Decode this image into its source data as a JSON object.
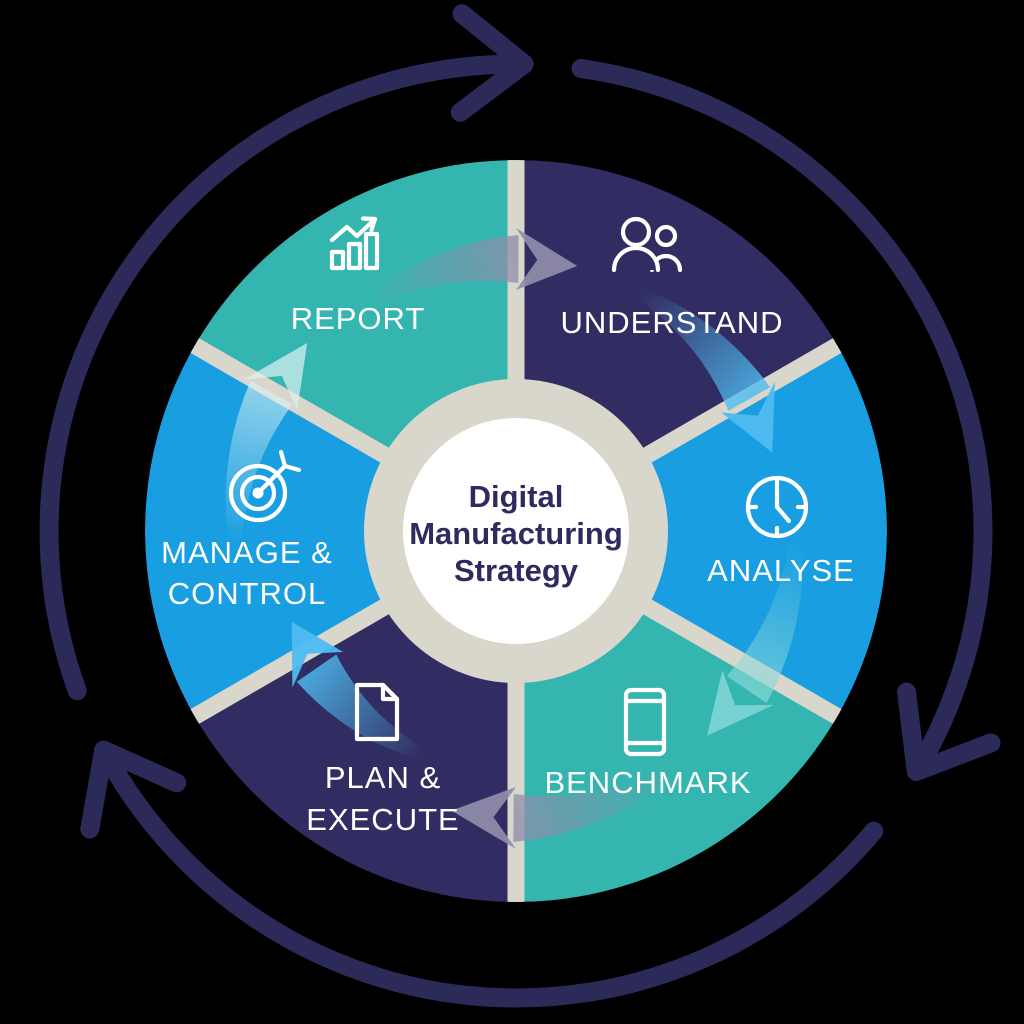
{
  "diagram": {
    "background": "#000000",
    "center": {
      "lines": [
        "Digital",
        "Manufacturing",
        "Strategy"
      ],
      "text_color": "#2e2b5e",
      "bg": "#ffffff",
      "ring_color": "#d9d6cc"
    },
    "segments": [
      {
        "id": "report",
        "lines": [
          "REPORT"
        ],
        "icon": "bar-chart-trend-icon",
        "color": "#35b5af"
      },
      {
        "id": "understand",
        "lines": [
          "UNDERSTAND"
        ],
        "icon": "people-icon",
        "color": "#312d62"
      },
      {
        "id": "analyse",
        "lines": [
          "ANALYSE"
        ],
        "icon": "clock-icon",
        "color": "#189ee1"
      },
      {
        "id": "benchmark",
        "lines": [
          "BENCHMARK"
        ],
        "icon": "smartphone-icon",
        "color": "#35b5af"
      },
      {
        "id": "plan-execute",
        "lines": [
          "PLAN &",
          "EXECUTE"
        ],
        "icon": "document-icon",
        "color": "#312d62"
      },
      {
        "id": "manage-control",
        "lines": [
          "MANAGE &",
          "CONTROL"
        ],
        "icon": "target-dart-icon",
        "color": "#189ee1"
      }
    ],
    "label_color": "#ffffff",
    "outer_ring_color": "#2b2a59",
    "separator_color": "#d9d6cc",
    "flow_arrow_colors": {
      "gray": "#908daa",
      "blue": "#4fbcf1",
      "teal": "#8ad9d9",
      "white": "#ddf2f1"
    },
    "flow_direction": "clockwise"
  }
}
